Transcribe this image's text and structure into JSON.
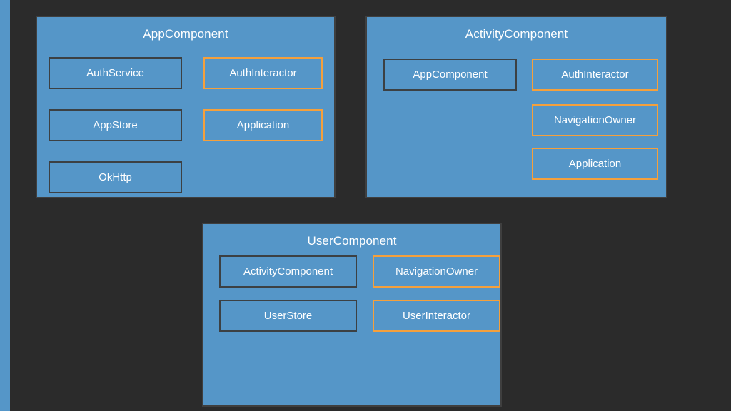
{
  "theme": {
    "background": "#2b2b2b",
    "panel_fill": "#5596c8",
    "panel_border": "#3f3f3f",
    "module_border": "#3c4043",
    "binding_border": "#f5a03c",
    "text": "#ffffff"
  },
  "diagram": {
    "type": "dependency-graph",
    "panels": [
      {
        "id": "app-component",
        "title": "AppComponent",
        "boxes": [
          {
            "label": "AuthService",
            "kind": "module",
            "column": "left",
            "row": 0
          },
          {
            "label": "AppStore",
            "kind": "module",
            "column": "left",
            "row": 1
          },
          {
            "label": "OkHttp",
            "kind": "module",
            "column": "left",
            "row": 2
          },
          {
            "label": "AuthInteractor",
            "kind": "binding",
            "column": "right",
            "row": 0
          },
          {
            "label": "Application",
            "kind": "binding",
            "column": "right",
            "row": 1
          }
        ]
      },
      {
        "id": "activity-component",
        "title": "ActivityComponent",
        "boxes": [
          {
            "label": "AppComponent",
            "kind": "module",
            "column": "left",
            "row": 0
          },
          {
            "label": "AuthInteractor",
            "kind": "binding",
            "column": "right",
            "row": 0
          },
          {
            "label": "NavigationOwner",
            "kind": "binding",
            "column": "right",
            "row": 1
          },
          {
            "label": "Application",
            "kind": "binding",
            "column": "right",
            "row": 2
          }
        ]
      },
      {
        "id": "user-component",
        "title": "UserComponent",
        "boxes": [
          {
            "label": "ActivityComponent",
            "kind": "module",
            "column": "left",
            "row": 0
          },
          {
            "label": "UserStore",
            "kind": "module",
            "column": "left",
            "row": 1
          },
          {
            "label": "NavigationOwner",
            "kind": "binding",
            "column": "right",
            "row": 0
          },
          {
            "label": "UserInteractor",
            "kind": "binding",
            "column": "right",
            "row": 1
          }
        ]
      }
    ]
  }
}
